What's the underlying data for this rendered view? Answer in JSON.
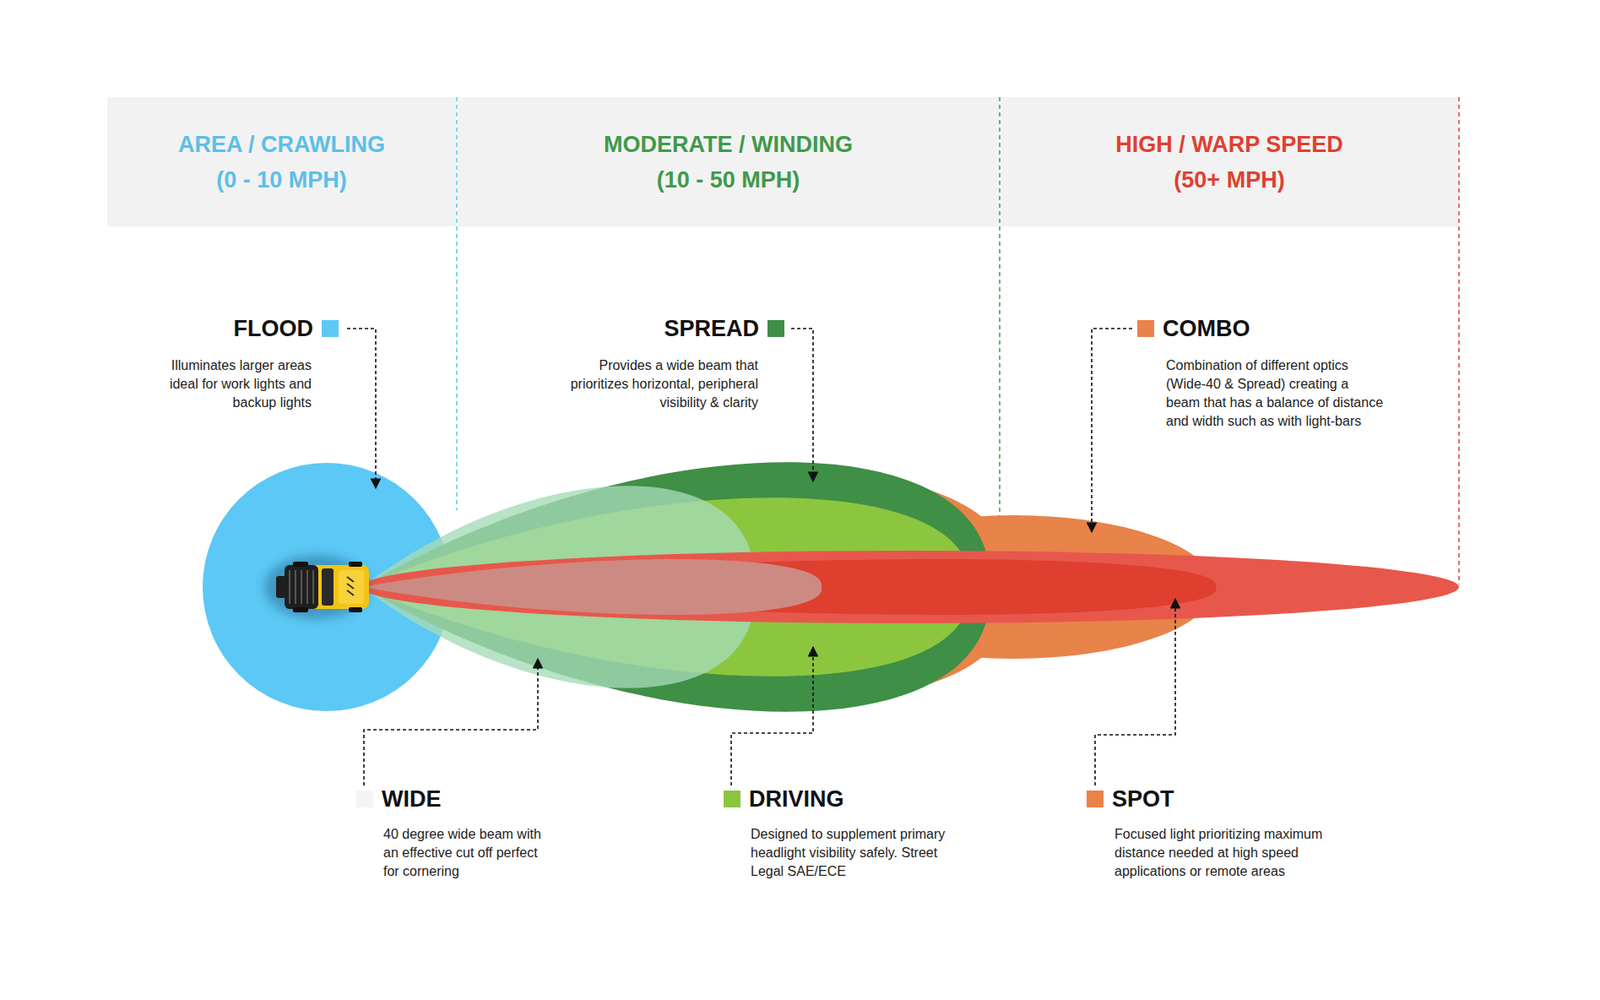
{
  "diagram": {
    "nodes": [
      {
        "text": [
          "AREA / CRAWLING",
          "(0 - 10 MPH)"
        ]
      },
      {
        "text": [
          "MODERATE / WINDING",
          "(10 - 50 MPH)"
        ]
      },
      {
        "text": [
          "HIGH / WARP SPEED",
          "(50+ MPH)"
        ]
      }
    ],
    "labels": [
      "Illuminates larger areas ideal for work lights and backup lights",
      "Provides a wide beam that prioritizes horizontal, peripheral visibility & clarity",
      "Combination of different optics (Wide-40 & Spread) creating a beam that has a balance of distance and width such as with light-bars",
      "40 degree wide beam with an effective cut off perfect for cornering",
      "Designed to supplement primary headlight visibility safely. Street Legal SAE/ECE",
      "Focused light prioritizing maximum distance needed at high speed applications or remote areas"
    ],
    "legend": [
      {
        "text": "FLOOD",
        "color": "#5bc8f5"
      },
      {
        "text": "SPREAD",
        "color": "#3f8f47"
      },
      {
        "text": "COMBO",
        "color": "#e8834a"
      },
      {
        "text": "WIDE",
        "color": "#f4f4f4"
      },
      {
        "text": "DRIVING",
        "color": "#8cc63f"
      },
      {
        "text": "SPOT",
        "color": "#e8834a"
      }
    ]
  }
}
